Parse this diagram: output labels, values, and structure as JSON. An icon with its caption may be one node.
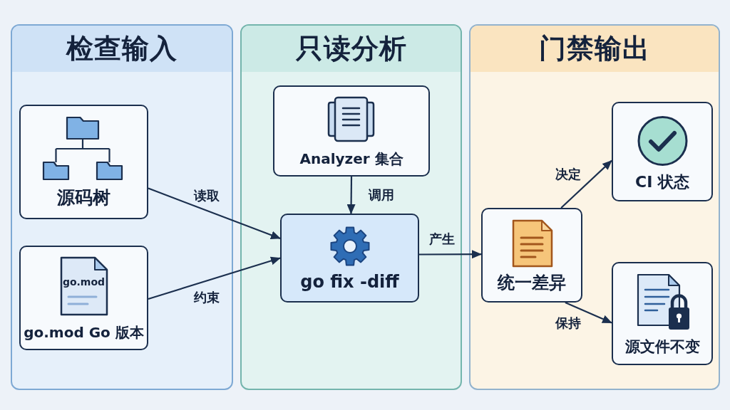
{
  "diagram": {
    "nodes": [
      {
        "text": [
          "检查输入"
        ]
      },
      {
        "text": [
          "源码树"
        ],
        "in": 0
      },
      {
        "text": [
          "go.mod",
          "go.mod Go 版本"
        ],
        "in": 0
      },
      {
        "text": [
          "只读分析"
        ]
      },
      {
        "text": [
          "Analyzer 集合"
        ],
        "in": 3
      },
      {
        "text": [
          "go fix -diff"
        ],
        "in": 3
      },
      {
        "text": [
          "门禁输出"
        ]
      },
      {
        "text": [
          "统一差异"
        ],
        "in": 6
      },
      {
        "text": [
          "CI 状态"
        ],
        "in": 6
      },
      {
        "text": [
          "源文件不变"
        ],
        "in": 6
      }
    ],
    "edges": [
      {
        "from": 1,
        "to": 5,
        "arrow": "to",
        "label": "读取"
      },
      {
        "from": 2,
        "to": 5,
        "arrow": "to",
        "label": "约束"
      },
      {
        "from": 4,
        "to": 5,
        "arrow": "to",
        "label": "调用"
      },
      {
        "from": 5,
        "to": 7,
        "arrow": "to",
        "label": "产生"
      },
      {
        "from": 7,
        "to": 8,
        "arrow": "to",
        "label": "决定"
      },
      {
        "from": 7,
        "to": 9,
        "arrow": "to",
        "label": "保持"
      }
    ]
  }
}
